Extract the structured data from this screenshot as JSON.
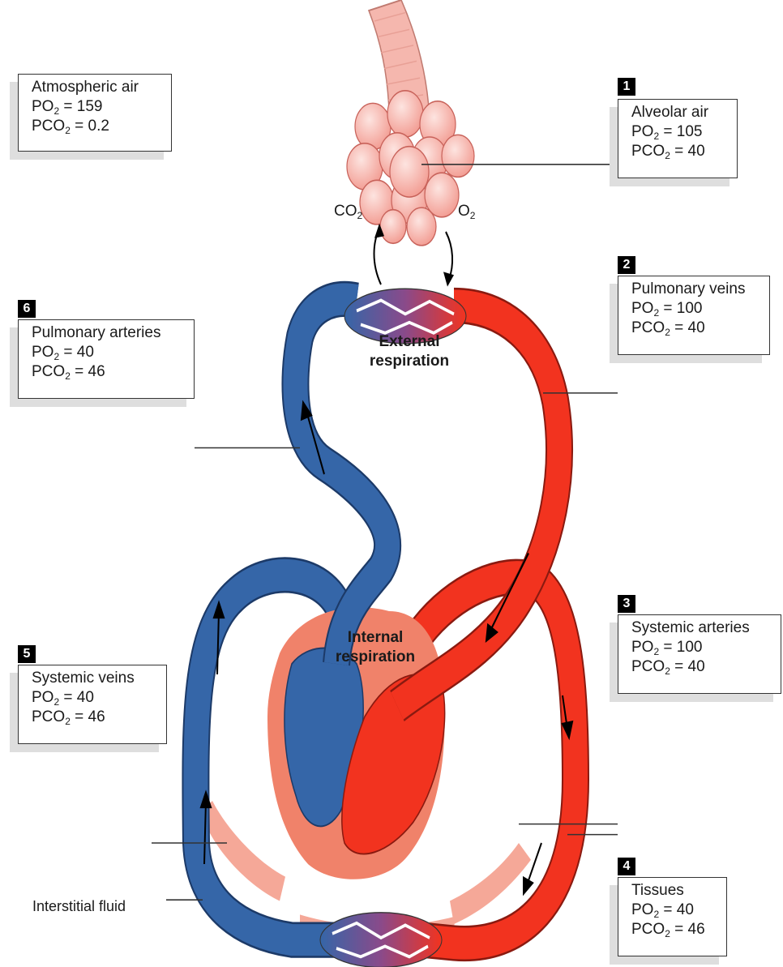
{
  "atmospheric": {
    "title": "Atmospheric air",
    "po2_label": "PO",
    "po2_sub": "2",
    "po2_value": " = 159",
    "pco2_label": "PCO",
    "pco2_sub": "2",
    "pco2_value": " = 0.2"
  },
  "stations": [
    {
      "number": "1",
      "title": "Alveolar air",
      "po2_value": " = 105",
      "pco2_value": " = 40"
    },
    {
      "number": "2",
      "title": "Pulmonary veins",
      "po2_value": " = 100",
      "pco2_value": " = 40"
    },
    {
      "number": "3",
      "title": "Systemic arteries",
      "po2_value": " = 100",
      "pco2_value": " = 40"
    },
    {
      "number": "4",
      "title": "Tissues",
      "po2_value": " = 40",
      "pco2_value": " = 46"
    },
    {
      "number": "5",
      "title": "Systemic veins",
      "po2_value": " = 40",
      "pco2_value": " = 46"
    },
    {
      "number": "6",
      "title": "Pulmonary arteries",
      "po2_value": " = 40",
      "pco2_value": " = 46"
    }
  ],
  "labels": {
    "po": "PO",
    "pco": "PCO",
    "sub2": "2",
    "co2": "CO",
    "o2": "O",
    "external_line1": "External",
    "external_line2": "respiration",
    "internal_line1": "Internal",
    "internal_line2": "respiration",
    "interstitial": "Interstitial fluid"
  },
  "colors": {
    "oxygenated": "#f2331f",
    "deoxygenated": "#3566a8",
    "heart_tissue": "#f0826a",
    "alveoli": "#f7b8b0",
    "interstitial": "#f5a898"
  }
}
